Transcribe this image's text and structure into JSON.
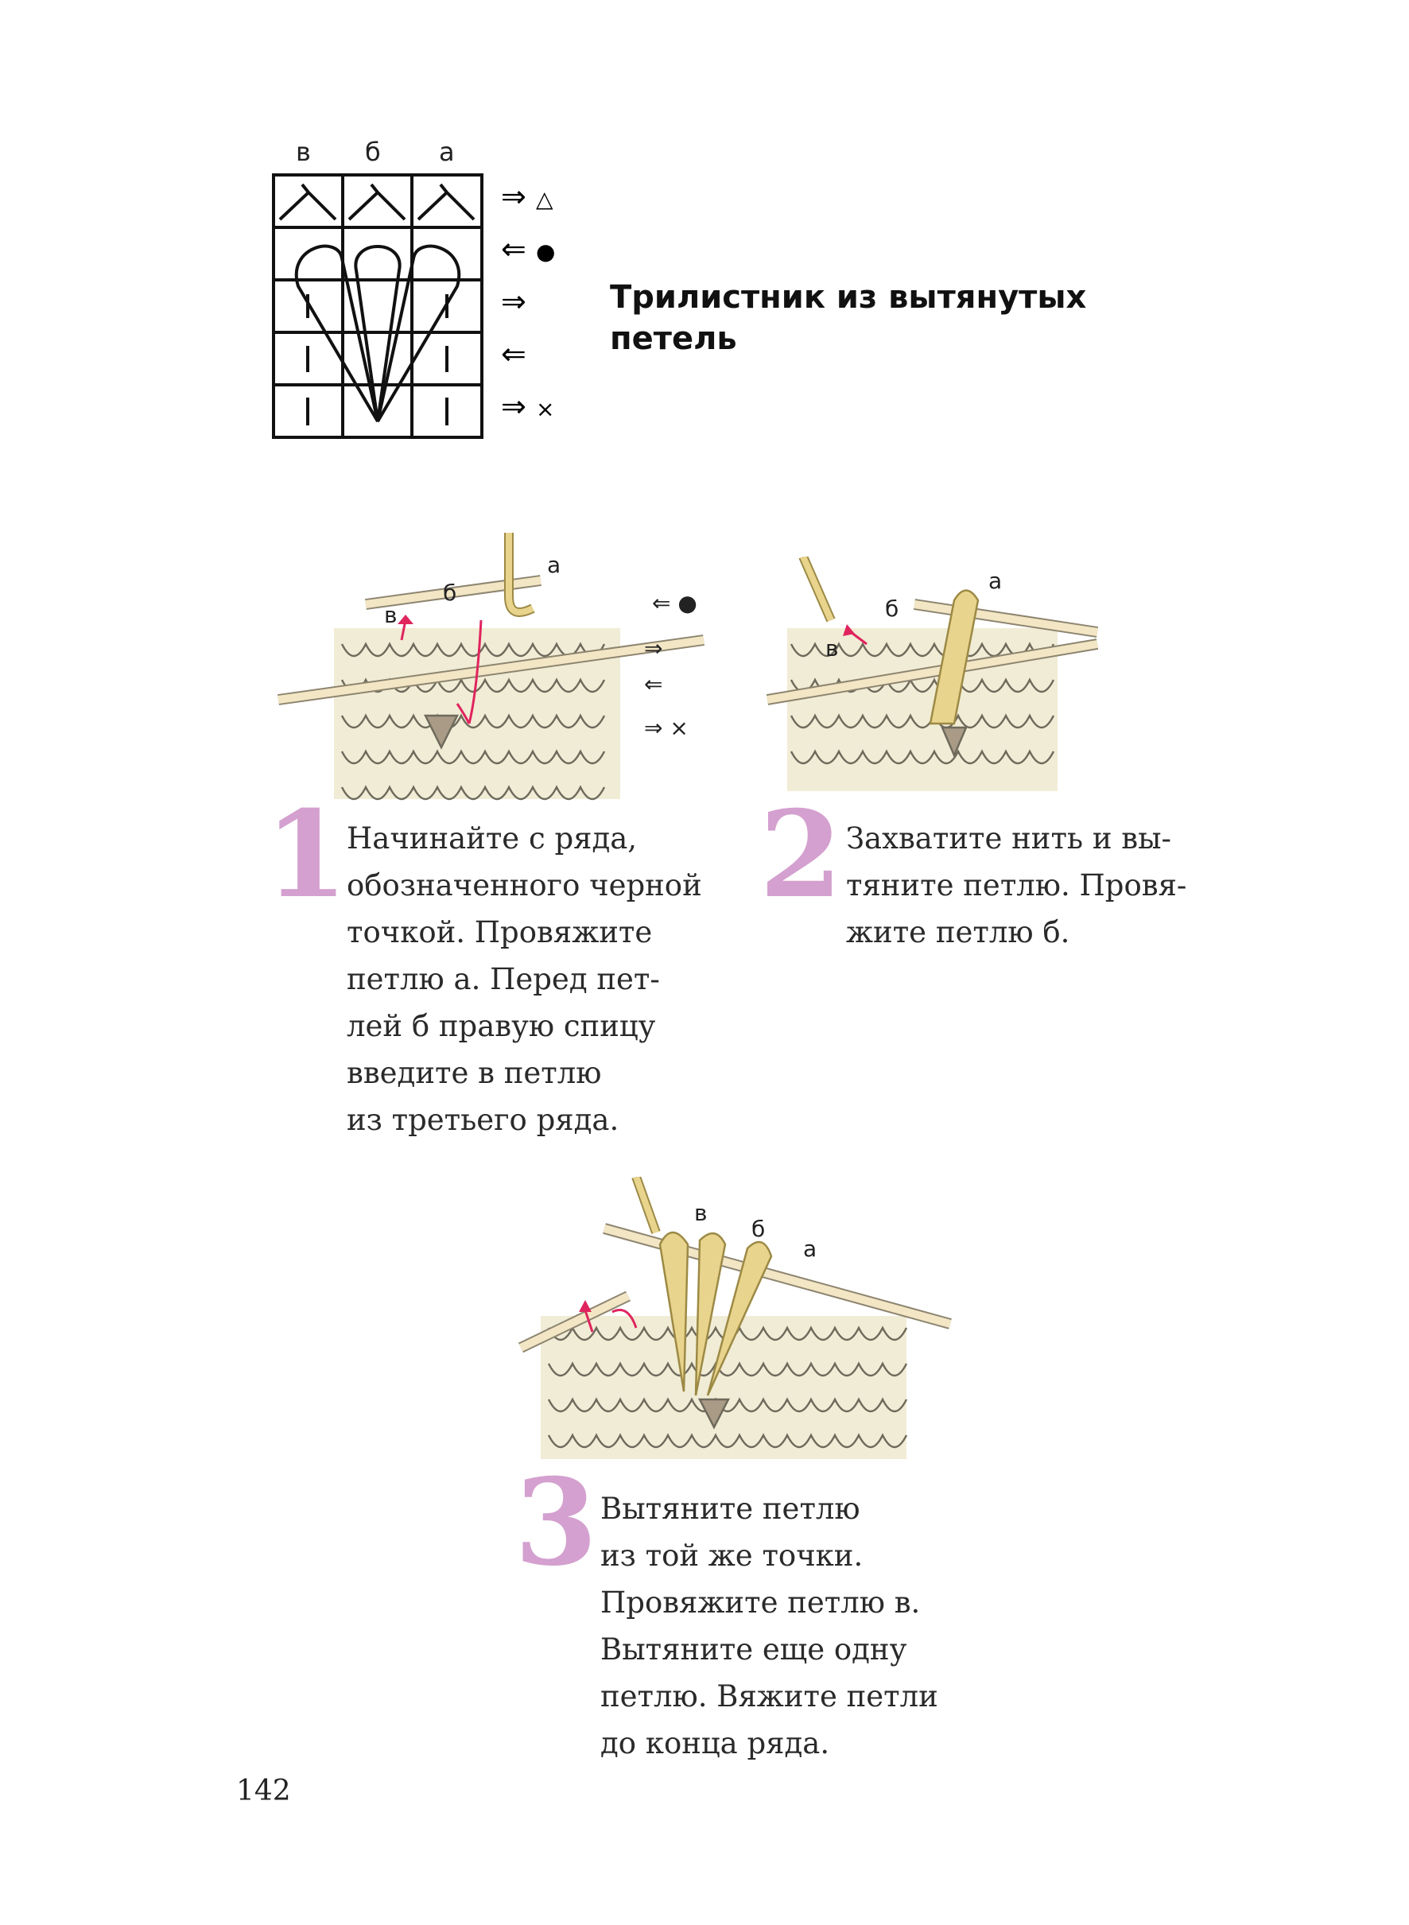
{
  "chart": {
    "column_labels": [
      "в",
      "б",
      "а"
    ],
    "row_markers": [
      {
        "arrow": "⇒",
        "symbol": "△"
      },
      {
        "arrow": "⇐",
        "symbol": "●"
      },
      {
        "arrow": "⇒",
        "symbol": ""
      },
      {
        "arrow": "⇐",
        "symbol": ""
      },
      {
        "arrow": "⇒",
        "symbol": "×"
      }
    ]
  },
  "title": "Трилистник из вытянутых\nпетель",
  "steps": [
    {
      "number": "1",
      "text": "Начинайте с ряда,\nобозначенного черной\nточкой. Провяжите\nпетлю а. Перед пет-\nлей б правую спицу\nвведите в петлю\nиз третьего ряда.",
      "labels": [
        "в",
        "б",
        "а"
      ],
      "row_markers": [
        "⇐ ●",
        "⇒",
        "⇐",
        "⇒ ×"
      ]
    },
    {
      "number": "2",
      "text": "Захватите нить и вы-\nтяните петлю. Провя-\nжите петлю б.",
      "labels": [
        "в",
        "б",
        "а"
      ]
    },
    {
      "number": "3",
      "text": "Вытяните петлю\nиз той же точки.\nПровяжите петлю в.\nВытяните еще одну\nпетлю. Вяжите петли\nдо конца ряда.",
      "labels": [
        "в",
        "б",
        "а"
      ]
    }
  ],
  "page_number": "142",
  "colors": {
    "accent_number": "#d4a0cf",
    "yarn_light": "#f1ecd5",
    "yarn_outline": "#6e6a5c",
    "yarn_yellow": "#e9d48e",
    "yarn_gray": "#a99b86",
    "needle": "#f3e6c5",
    "arrow_red": "#e0245e"
  }
}
